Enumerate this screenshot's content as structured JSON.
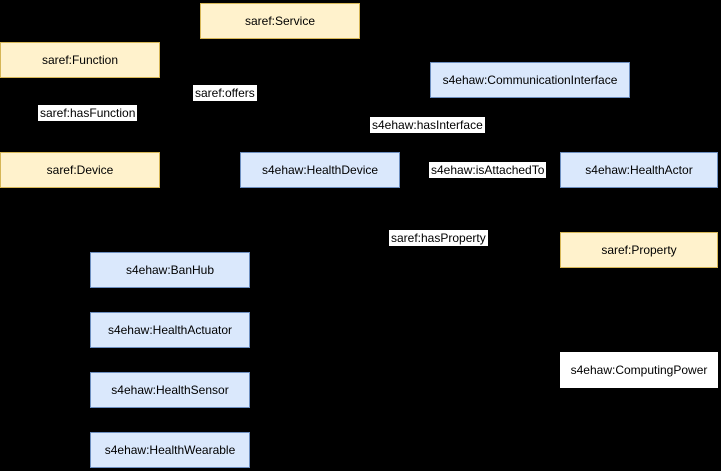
{
  "diagram": {
    "background_color": "#000000",
    "colors": {
      "saref_class_fill": "#fff2cc",
      "saref_class_border": "#d6b656",
      "s4ehaw_class_fill": "#dae8fc",
      "s4ehaw_class_border": "#6c8ebf",
      "plain_node_fill": "#ffffff",
      "node_text": "#000000",
      "edge_label_bg": "#ffffff",
      "edge_label_text": "#000000"
    },
    "nodes": [
      {
        "id": "saref-service",
        "label": "saref:Service",
        "type": "saref-class"
      },
      {
        "id": "saref-function",
        "label": "saref:Function",
        "type": "saref-class"
      },
      {
        "id": "s4ehaw-communication-interface",
        "label": "s4ehaw:CommunicationInterface",
        "type": "s4ehaw-class"
      },
      {
        "id": "saref-device",
        "label": "saref:Device",
        "type": "saref-class"
      },
      {
        "id": "s4ehaw-health-device",
        "label": "s4ehaw:HealthDevice",
        "type": "s4ehaw-class"
      },
      {
        "id": "s4ehaw-health-actor",
        "label": "s4ehaw:HealthActor",
        "type": "s4ehaw-class"
      },
      {
        "id": "saref-property",
        "label": "saref:Property",
        "type": "saref-class"
      },
      {
        "id": "s4ehaw-banhub",
        "label": "s4ehaw:BanHub",
        "type": "s4ehaw-class"
      },
      {
        "id": "s4ehaw-health-actuator",
        "label": "s4ehaw:HealthActuator",
        "type": "s4ehaw-class"
      },
      {
        "id": "s4ehaw-health-sensor",
        "label": "s4ehaw:HealthSensor",
        "type": "s4ehaw-class"
      },
      {
        "id": "s4ehaw-computing-power",
        "label": "s4ehaw:ComputingPower",
        "type": "plain"
      },
      {
        "id": "s4ehaw-health-wearable",
        "label": "s4ehaw:HealthWearable",
        "type": "s4ehaw-class"
      }
    ],
    "edge_labels": [
      {
        "id": "saref-has-function",
        "label": "saref:hasFunction"
      },
      {
        "id": "saref-offers",
        "label": "saref:offers"
      },
      {
        "id": "s4ehaw-has-interface",
        "label": "s4ehaw:hasInterface"
      },
      {
        "id": "s4ehaw-is-attached-to",
        "label": "s4ehaw:isAttachedTo"
      },
      {
        "id": "saref-has-property",
        "label": "saref:hasProperty"
      }
    ]
  }
}
